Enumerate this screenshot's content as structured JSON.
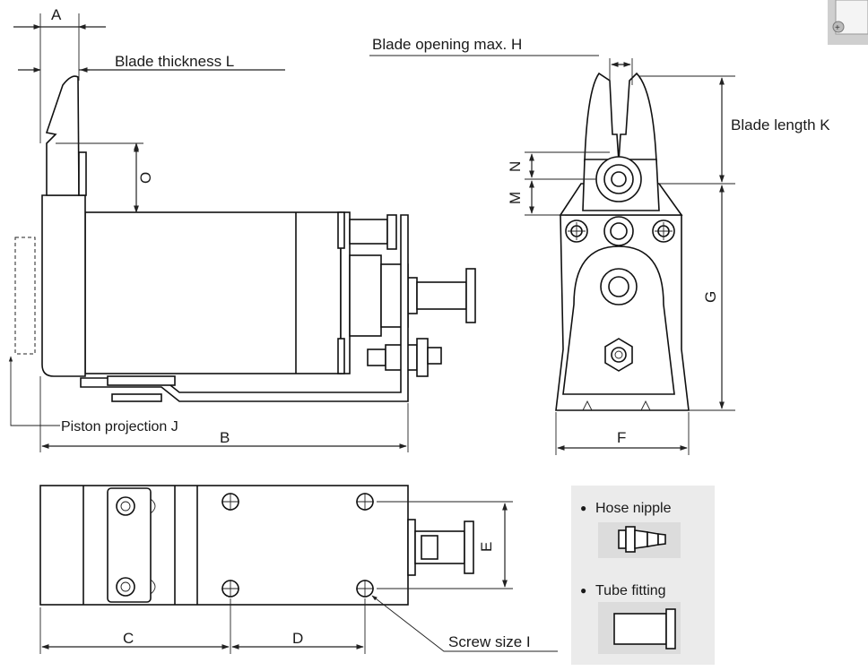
{
  "labels": {
    "a": "A",
    "blade_thickness": "Blade thickness  L",
    "blade_opening": "Blade opening max.  H",
    "blade_length": "Blade length  K",
    "o": "O",
    "n": "N",
    "m": "M",
    "g": "G",
    "piston_projection": "Piston projection J",
    "b": "B",
    "f": "F",
    "e": "E",
    "c": "C",
    "d": "D",
    "screw_size": "Screw size I"
  },
  "legend": {
    "hose_nipple": "Hose nipple",
    "tube_fitting": "Tube fitting",
    "bullet": "●"
  },
  "colors": {
    "line": "#111111",
    "legend_bg": "#ebebeb",
    "text": "#1a1a1a"
  }
}
